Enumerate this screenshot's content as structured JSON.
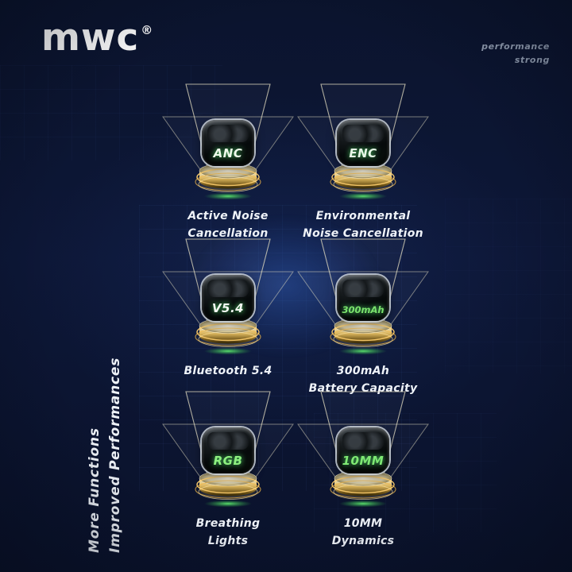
{
  "header": {
    "brand": "mwc",
    "registered_mark": "®",
    "tagline_line1": "performance",
    "tagline_line2": "strong"
  },
  "side_text": {
    "line1": "More Functions",
    "line2": "Improved Performances"
  },
  "features": [
    {
      "badge": "ANC",
      "badge_color": "#effbec",
      "label_line1": "Active Noise",
      "label_line2": "Cancellation"
    },
    {
      "badge": "ENC",
      "badge_color": "#e7f7e7",
      "label_line1": "Environmental",
      "label_line2": "Noise Cancellation"
    },
    {
      "badge": "V5.4",
      "badge_color": "#f4f8f3",
      "label_line1": "Bluetooth 5.4",
      "label_line2": ""
    },
    {
      "badge": "300mAh",
      "badge_color": "#7be26c",
      "label_line1": "300mAh",
      "label_line2": "Battery Capacity"
    },
    {
      "badge": "RGB",
      "badge_color": "#8df07f",
      "label_line1": "Breathing",
      "label_line2": "Lights"
    },
    {
      "badge": "10MM",
      "badge_color": "#7fe973",
      "label_line1": "10MM",
      "label_line2": "Dynamics"
    }
  ],
  "colors": {
    "background": "#0c1633",
    "logo": "#ffffff",
    "tagline_text": "#96a2b6",
    "label_text": "#eef2f8",
    "hologram_line": "#e6dfc2",
    "disc_gold": "#f0c75e",
    "green_glow": "#57e86b",
    "center_glow_blue": "#2b54aa"
  }
}
